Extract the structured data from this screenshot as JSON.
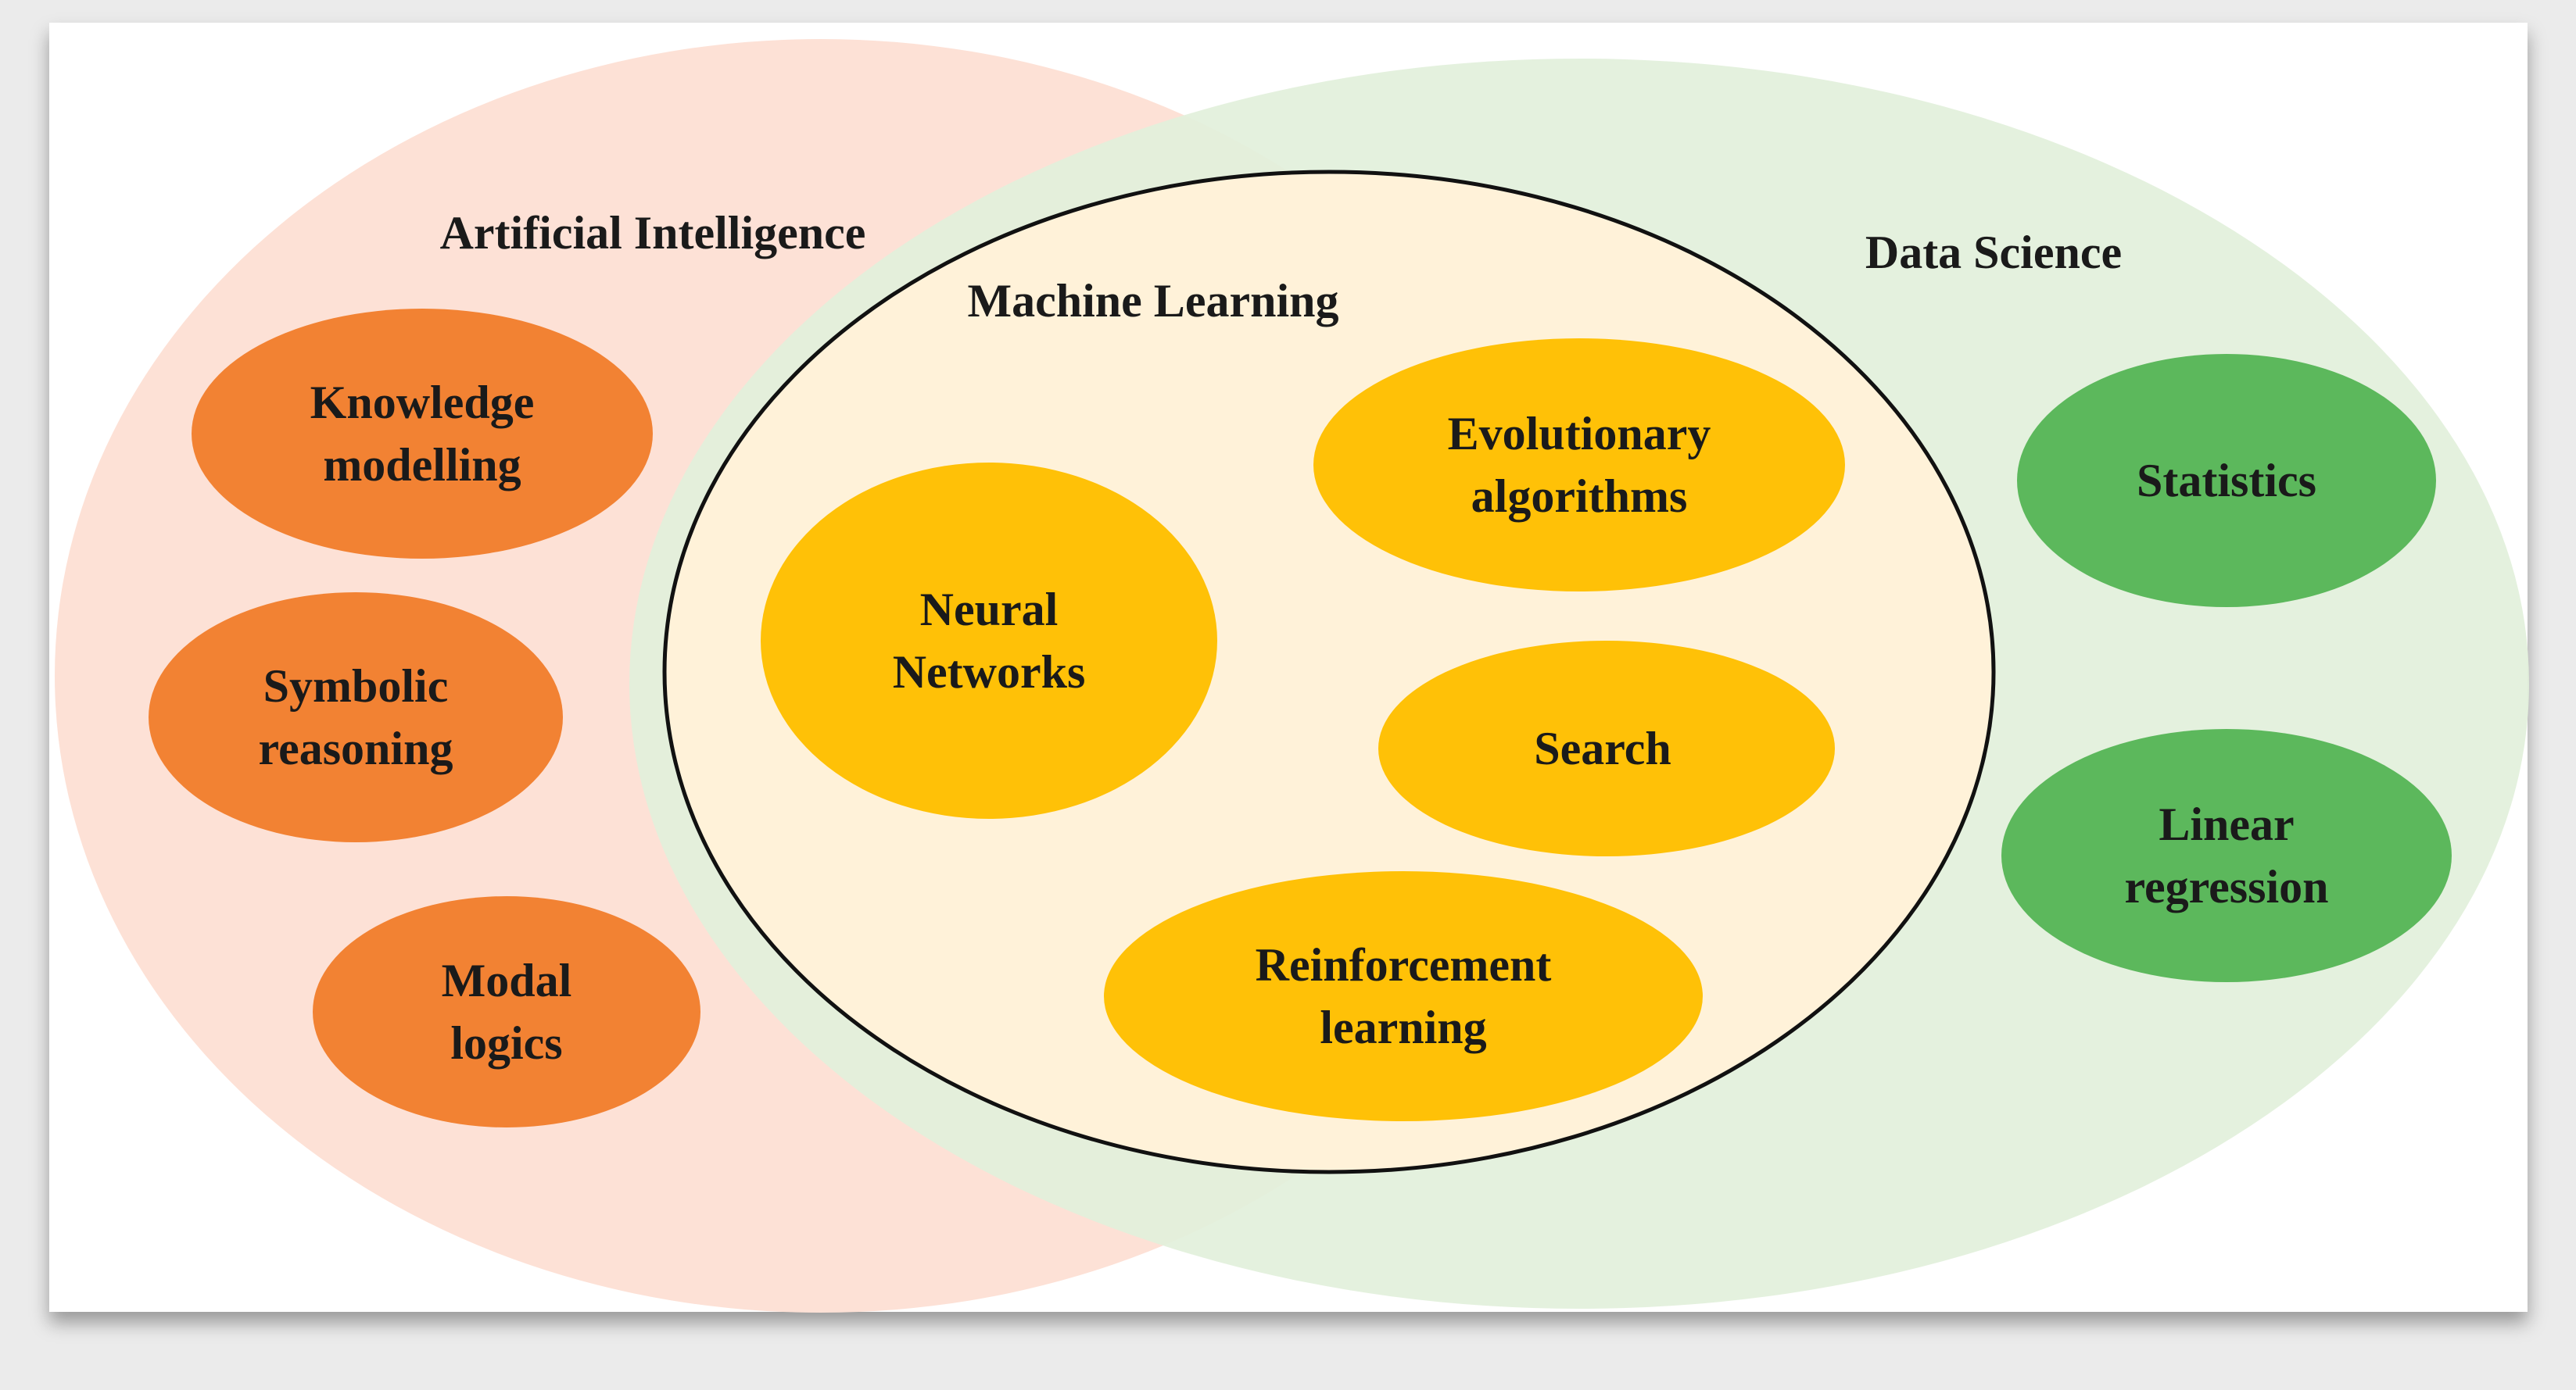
{
  "diagram": {
    "regions": {
      "artificial_intelligence": {
        "label": "Artificial Intelligence",
        "color": "#fde1d6"
      },
      "data_science": {
        "label": "Data Science",
        "color": "#e2f0dc"
      },
      "machine_learning": {
        "label": "Machine Learning",
        "color": "#fff2d9"
      }
    },
    "nodes": {
      "knowledge_modelling": {
        "lines": [
          "Knowledge",
          "modelling"
        ],
        "color": "#f28233"
      },
      "symbolic_reasoning": {
        "lines": [
          "Symbolic",
          "reasoning"
        ],
        "color": "#f28233"
      },
      "modal_logics": {
        "lines": [
          "Modal",
          "logics"
        ],
        "color": "#f28233"
      },
      "neural_networks": {
        "lines": [
          "Neural",
          "Networks"
        ],
        "color": "#ffc107"
      },
      "evolutionary_algorithms": {
        "lines": [
          "Evolutionary",
          "algorithms"
        ],
        "color": "#ffc107"
      },
      "search": {
        "lines": [
          "Search"
        ],
        "color": "#ffc107"
      },
      "reinforcement_learning": {
        "lines": [
          "Reinforcement",
          "learning"
        ],
        "color": "#ffc107"
      },
      "statistics": {
        "lines": [
          "Statistics"
        ],
        "color": "#5cb85c"
      },
      "linear_regression": {
        "lines": [
          "Linear",
          "regression"
        ],
        "color": "#5cb85c"
      }
    }
  }
}
